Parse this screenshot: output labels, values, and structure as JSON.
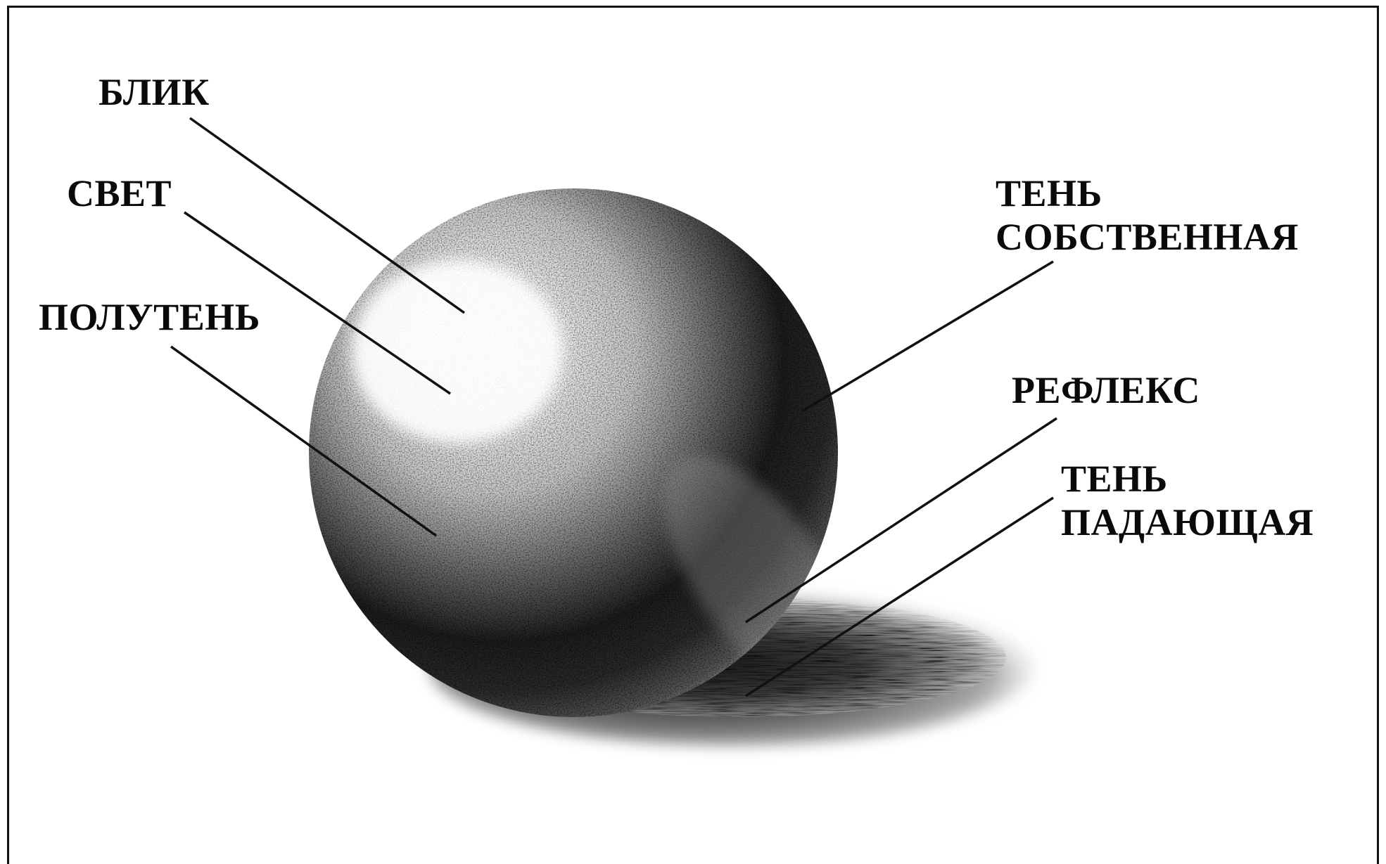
{
  "labels": {
    "highlight": "БЛИК",
    "light": "СВЕТ",
    "halftone": "ПОЛУТЕНЬ",
    "own_shadow_line1": "ТЕНЬ",
    "own_shadow_line2": "СОБСТВЕННАЯ",
    "reflex": "РЕФЛЕКС",
    "cast_shadow_line1": "ТЕНЬ",
    "cast_shadow_line2": "ПАДАЮЩАЯ"
  },
  "colors": {
    "background": "#ffffff",
    "ink": "#0a0a0a",
    "sphere_light": "#ffffff",
    "sphere_dark": "#111111"
  }
}
